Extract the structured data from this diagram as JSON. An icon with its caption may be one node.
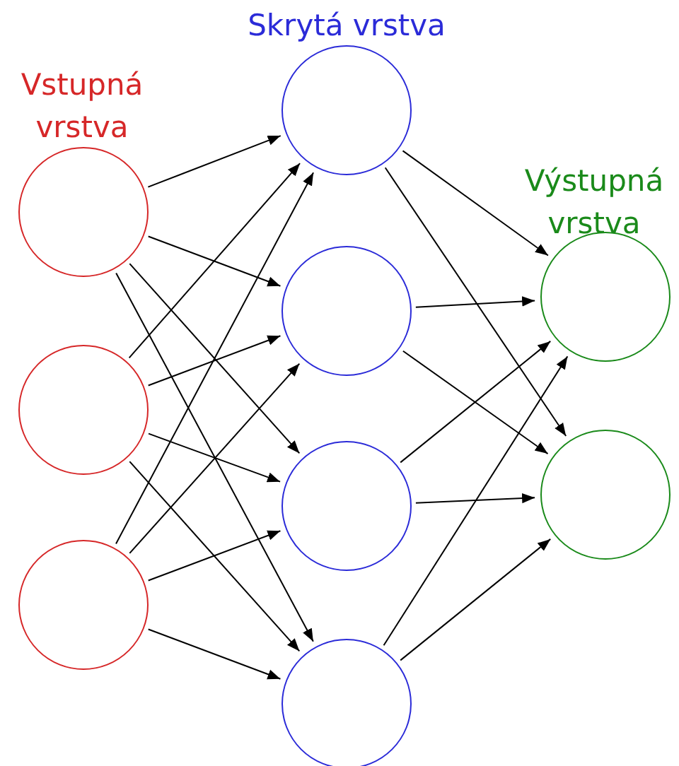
{
  "diagram": {
    "nodes": [
      {
        "text": [],
        "shape": "circle"
      },
      {
        "text": [],
        "shape": "circle"
      },
      {
        "text": [],
        "shape": "circle"
      },
      {
        "text": [],
        "shape": "circle"
      },
      {
        "text": [],
        "shape": "circle"
      },
      {
        "text": [],
        "shape": "circle"
      },
      {
        "text": [],
        "shape": "circle"
      },
      {
        "text": [],
        "shape": "circle"
      },
      {
        "text": [],
        "shape": "circle"
      }
    ],
    "edges": [
      {
        "from": 0,
        "to": 3,
        "arrow": "to"
      },
      {
        "from": 0,
        "to": 4,
        "arrow": "to"
      },
      {
        "from": 0,
        "to": 5,
        "arrow": "to"
      },
      {
        "from": 0,
        "to": 6,
        "arrow": "to"
      },
      {
        "from": 1,
        "to": 3,
        "arrow": "to"
      },
      {
        "from": 1,
        "to": 4,
        "arrow": "to"
      },
      {
        "from": 1,
        "to": 5,
        "arrow": "to"
      },
      {
        "from": 1,
        "to": 6,
        "arrow": "to"
      },
      {
        "from": 2,
        "to": 3,
        "arrow": "to"
      },
      {
        "from": 2,
        "to": 4,
        "arrow": "to"
      },
      {
        "from": 2,
        "to": 5,
        "arrow": "to"
      },
      {
        "from": 2,
        "to": 6,
        "arrow": "to"
      },
      {
        "from": 3,
        "to": 7,
        "arrow": "to"
      },
      {
        "from": 3,
        "to": 8,
        "arrow": "to"
      },
      {
        "from": 4,
        "to": 7,
        "arrow": "to"
      },
      {
        "from": 4,
        "to": 8,
        "arrow": "to"
      },
      {
        "from": 5,
        "to": 7,
        "arrow": "to"
      },
      {
        "from": 5,
        "to": 8,
        "arrow": "to"
      },
      {
        "from": 6,
        "to": 7,
        "arrow": "to"
      },
      {
        "from": 6,
        "to": 8,
        "arrow": "to"
      }
    ],
    "labels": [
      "Skrytá vrstva",
      "Vstupná vrstva",
      "Výstupná vrstva"
    ]
  }
}
